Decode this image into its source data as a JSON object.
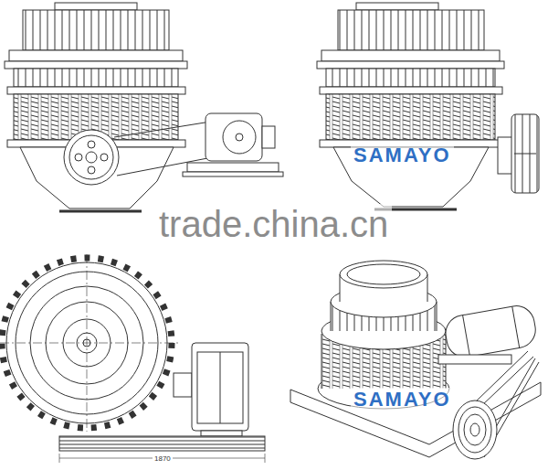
{
  "diagram": {
    "labels": [
      "SAMAYO",
      "trade.china.cn",
      "SAMAYO",
      "1870"
    ]
  }
}
